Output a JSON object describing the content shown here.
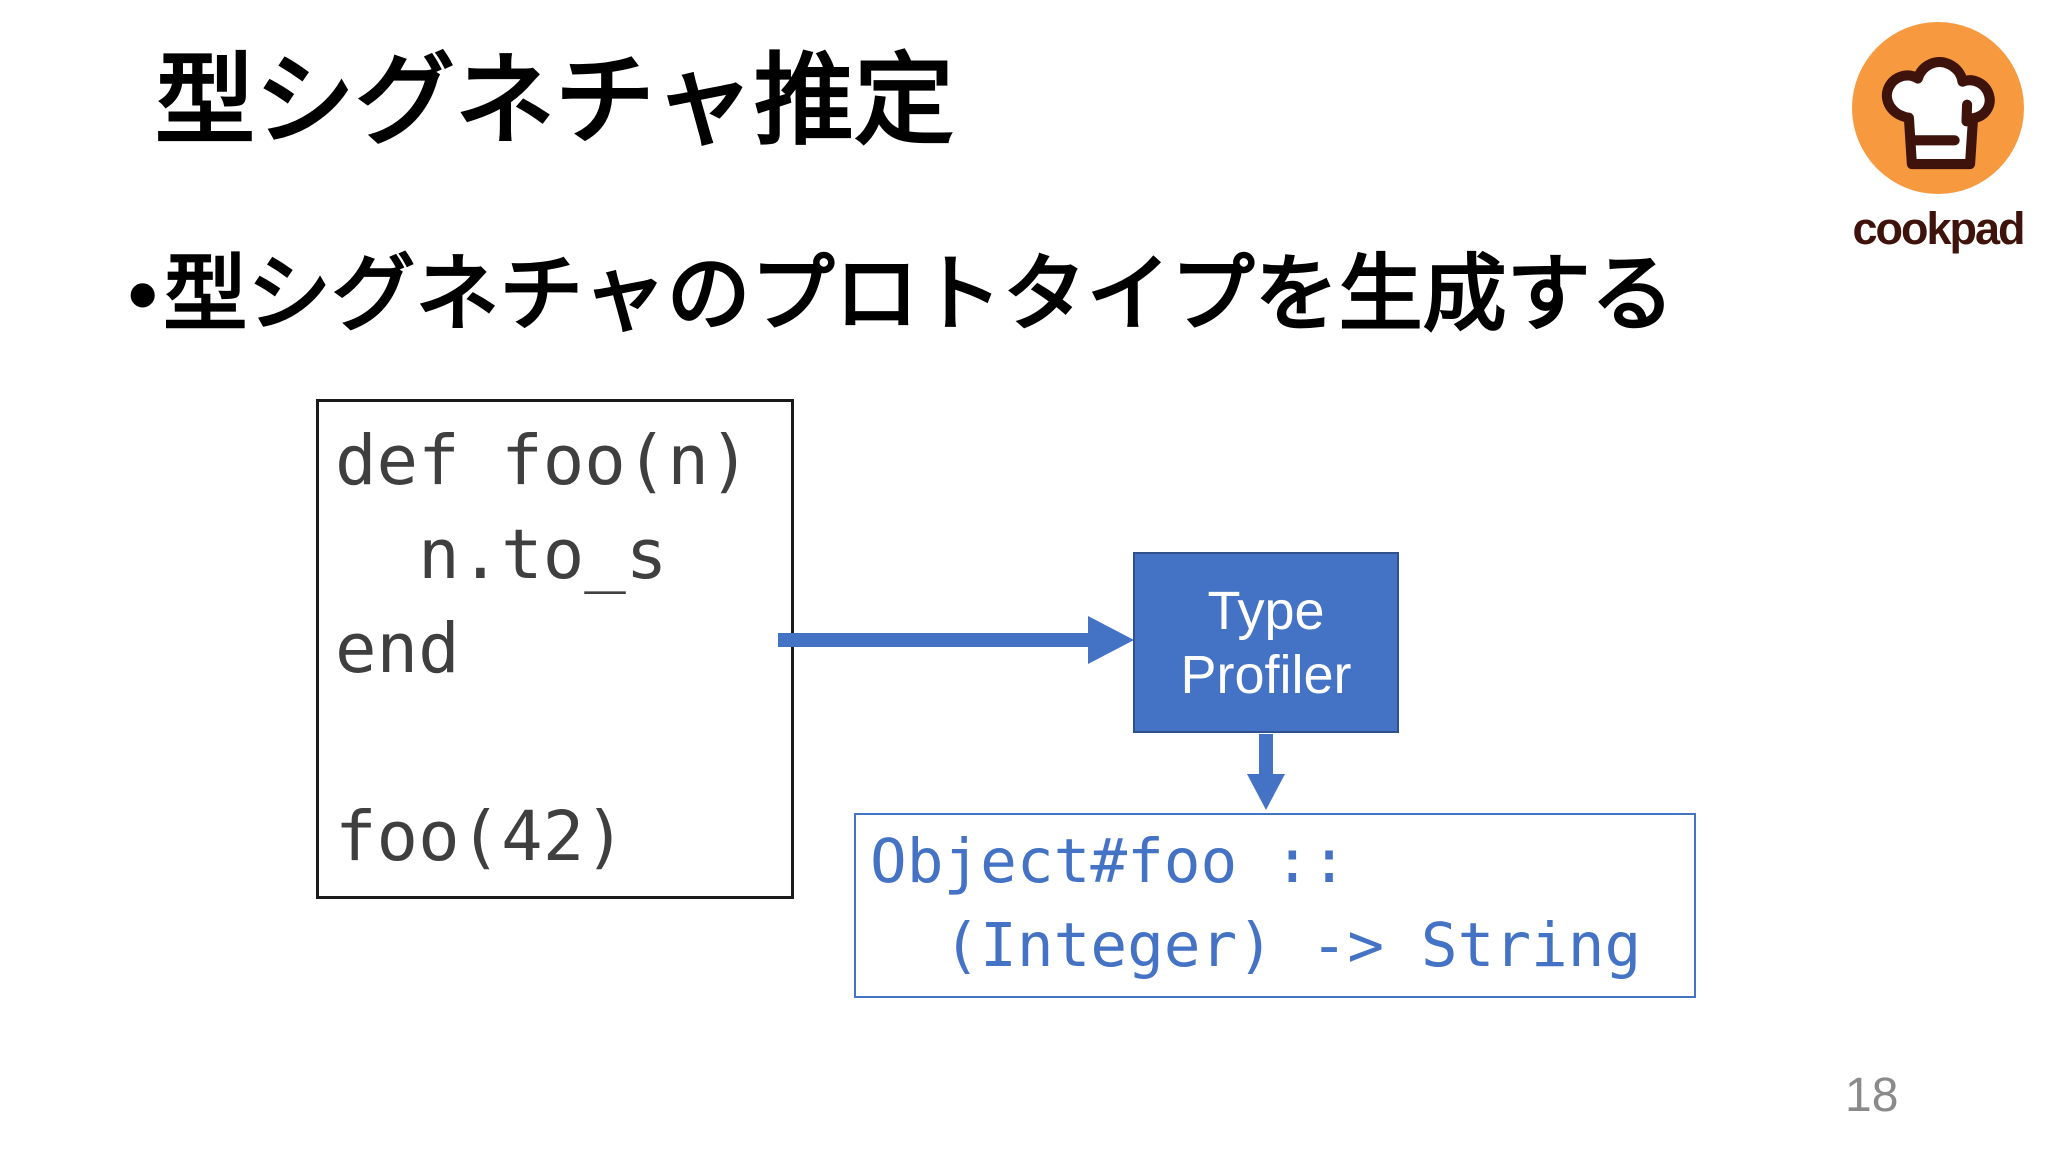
{
  "slide": {
    "title": "型シグネチャ推定",
    "page_number": "18",
    "bullet": {
      "marker": "•",
      "text": "型シグネチャのプロトタイプを生成する"
    }
  },
  "code_box": {
    "lines": [
      "def foo(n)",
      "  n.to_s",
      "end",
      "",
      "foo(42)"
    ]
  },
  "profiler_box": {
    "line1": "Type",
    "line2": "Profiler"
  },
  "output_box": {
    "lines": [
      "Object#foo ::",
      "  (Integer) -> String"
    ]
  },
  "logo": {
    "wordmark": "cookpad",
    "icon": "chef-hat"
  },
  "icons": {
    "flow_right": "arrow-right",
    "flow_down": "arrow-down"
  },
  "colors": {
    "accent_blue": "#4472C4",
    "accent_blue_border": "#2F528F",
    "code_box_border": "#1a1a1a",
    "code_text_gray": "#3F3F3F",
    "output_text_blue": "#4472C4",
    "page_number_gray": "#8A8A8A",
    "logo_orange": "#F79A3F",
    "logo_brown": "#3E130B"
  }
}
